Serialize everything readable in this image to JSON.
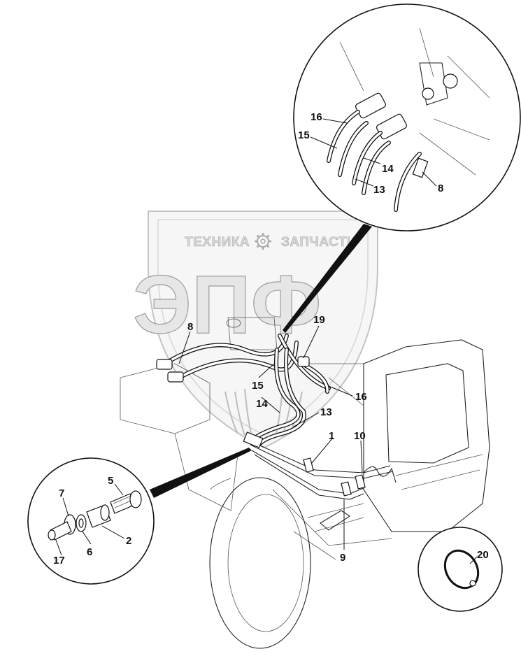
{
  "watermark": {
    "left_text": "ТЕХНИКА",
    "right_text": "ЗАПЧАСТИ",
    "big_text": "ЭПФ",
    "gear": "gear-icon"
  },
  "callouts": {
    "top_detail": {
      "c16": "16",
      "c15": "15",
      "c14": "14",
      "c13": "13",
      "c8": "8"
    },
    "main": {
      "c8": "8",
      "c19": "19",
      "c15": "15",
      "c16": "16",
      "c14": "14",
      "c13": "13",
      "c1": "1",
      "c10": "10",
      "c9": "9"
    },
    "fitting_detail": {
      "c7": "7",
      "c5": "5",
      "c2": "2",
      "c6": "6",
      "c17": "17"
    },
    "clamp_detail": {
      "c20": "20"
    }
  }
}
